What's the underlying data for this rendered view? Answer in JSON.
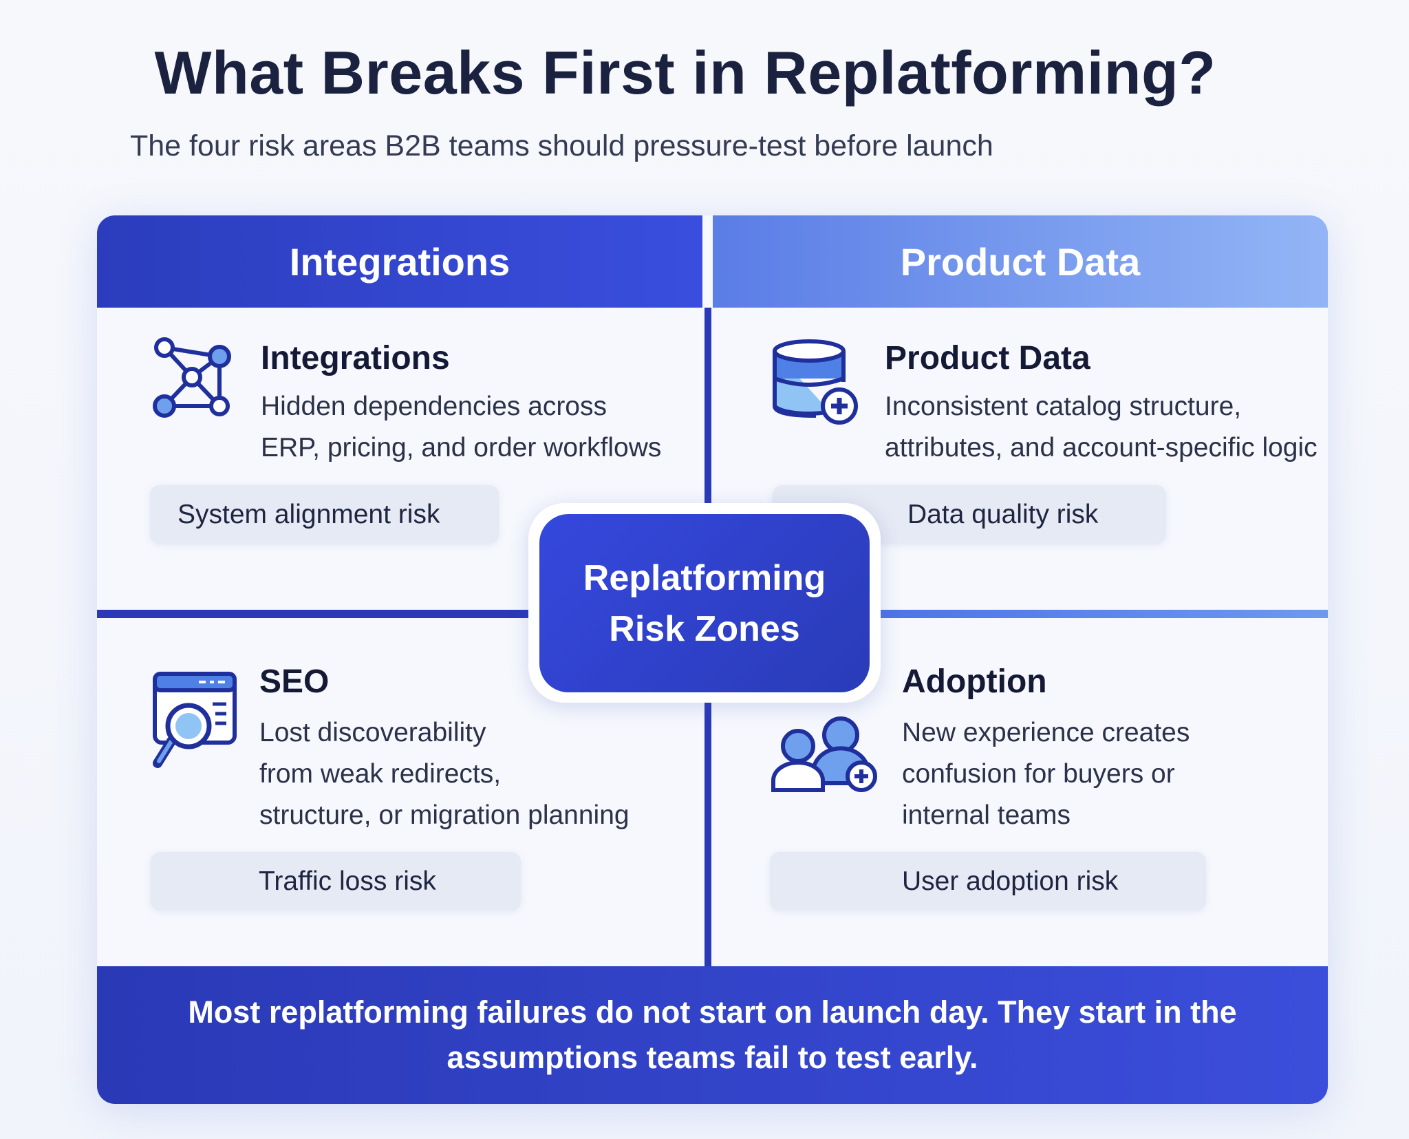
{
  "title": "What Breaks First in Replatforming?",
  "subtitle": "The four risk areas B2B teams should pressure-test before launch",
  "headers": {
    "left": "Integrations",
    "right": "Product Data"
  },
  "center": {
    "line1": "Replatforming",
    "line2": "Risk Zones"
  },
  "quadrants": [
    {
      "icon": "network-nodes-icon",
      "title": "Integrations",
      "lines": [
        "Hidden dependencies across",
        "ERP, pricing, and order workflows"
      ],
      "risk": "System alignment risk"
    },
    {
      "icon": "database-plus-icon",
      "title": "Product Data",
      "lines": [
        "Inconsistent catalog structure,",
        "attributes, and account-specific logic"
      ],
      "risk": "Data quality risk"
    },
    {
      "icon": "search-browser-icon",
      "title": "SEO",
      "lines": [
        "Lost discoverability",
        "from weak redirects,",
        "structure, or migration planning"
      ],
      "risk": "Traffic loss risk"
    },
    {
      "icon": "users-plus-icon",
      "title": "Adoption",
      "lines": [
        "New experience creates",
        "confusion for buyers or",
        "internal teams"
      ],
      "risk": "User adoption risk"
    }
  ],
  "footer": {
    "line1": "Most replatforming failures do not start on launch day. They start in the",
    "line2": "assumptions teams fail to test early."
  },
  "colors": {
    "primary": "#2a3bb8",
    "light": "#8fb2f5",
    "text": "#1a2140"
  }
}
